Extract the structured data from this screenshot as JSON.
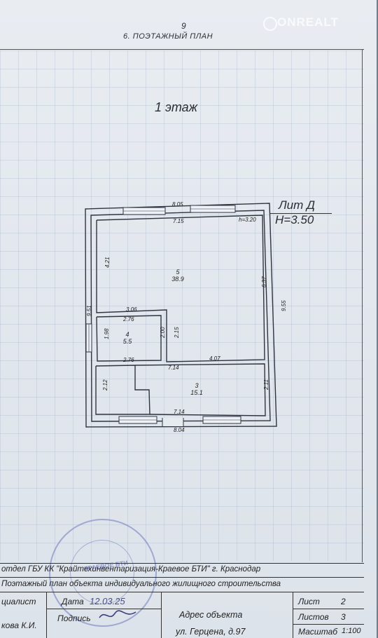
{
  "header": {
    "page_number": "9",
    "section_title": "6. ПОЭТАЖНЫЙ ПЛАН",
    "watermark": "ONREALT"
  },
  "floor_label": "1 этаж",
  "lit": {
    "line1": "Лит Д",
    "line2": "H=3.50"
  },
  "plan": {
    "ceiling": "h=3.20",
    "dims": {
      "outer_top": "8.05",
      "inner_top": "7.15",
      "outer_left": "9.51",
      "outer_right": "9.55",
      "left_upper": "4.21",
      "right_upper": "6.37",
      "wall_306": "3.06",
      "room4_top": "2.76",
      "room4_left": "1.98",
      "room4_right": "2.00",
      "corridor": "2.15",
      "room_lower_top": "2.76",
      "mid_714": "7.14",
      "mid_407": "4.07",
      "left_lower": "2.12",
      "right_lower": "2.11",
      "inner_bottom": "7.14",
      "outer_bottom": "8.04"
    },
    "rooms": [
      {
        "number": "5",
        "area": "38.9"
      },
      {
        "number": "4",
        "area": "5.5"
      },
      {
        "number": "3",
        "area": "15.1"
      }
    ]
  },
  "stamp": {
    "text": "КРАЕВОЕ БТИ"
  },
  "title_block": {
    "org": "отдел ГБУ КК \"Крайтехинвентаризация-Краевое БТИ\"   г. Краснодар",
    "doc": "Поэтажный план объекта индивидуального жилищного строительства",
    "specialist_label": "циалист",
    "specialist_name": "кова К.И.",
    "date_label": "Дата",
    "date_value": "12.03.25",
    "signature_label": "Подпись",
    "address_label": "Адрес объекта",
    "address_value": "ул. Герцена, д.97",
    "sheet_label": "Лист",
    "sheet_value": "2",
    "sheets_label": "Листов",
    "sheets_value": "3",
    "scale_label": "Масштаб",
    "scale_value": "1:100"
  }
}
